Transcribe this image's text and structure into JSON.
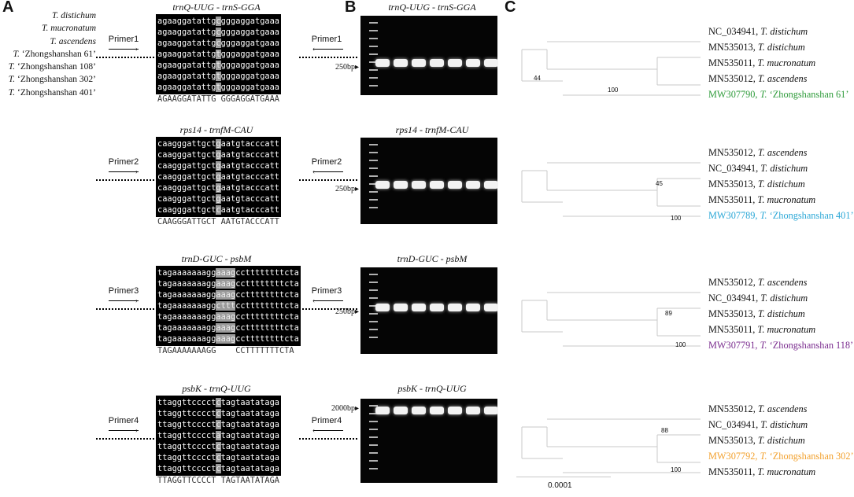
{
  "panels": {
    "a": "A",
    "b": "B",
    "c": "C"
  },
  "taxa": [
    {
      "name": "T. distichum",
      "prefix": ""
    },
    {
      "name": "T. mucronatum",
      "prefix": ""
    },
    {
      "name": "T. ascendens",
      "prefix": ""
    },
    {
      "name": "T.",
      "cultivar": " ‘Zhongshanshan 61’"
    },
    {
      "name": "T.",
      "cultivar": " ‘Zhongshanshan 108’"
    },
    {
      "name": "T.",
      "cultivar": " ‘Zhongshanshan 302’"
    },
    {
      "name": "T.",
      "cultivar": " ‘Zhongshanshan 401’"
    }
  ],
  "regions": [
    {
      "title": "trnQ-UUG - trnS-GGA",
      "primer": "Primer1",
      "left": "agaaggatattg",
      "right": "gggaggatgaaa",
      "snps": [
        "c",
        "c",
        "c",
        "t",
        "t",
        "t",
        "t"
      ],
      "consensus": "AGAAGGATATTG GGGAGGATGAAA",
      "gel_title": "trnQ-UUG - trnS-GGA",
      "marker": "250bp"
    },
    {
      "title": "rps14 - trnfM-CAU",
      "primer": "Primer2",
      "left": "caagggattgct",
      "right": "aatgtacccatt",
      "snps": [
        "g",
        "g",
        "g",
        "g",
        "g",
        "g",
        "c"
      ],
      "consensus": "CAAGGGATTGCT AATGTACCCATT",
      "gel_title": "rps14 - trnfM-CAU",
      "marker": "250bp"
    },
    {
      "title": "trnD-GUC - psbM",
      "primer": "Primer3",
      "left": "tagaaaaaaagg",
      "right": "ccttttttttcta",
      "snps": [
        "aaag",
        "aaag",
        "aaag",
        "cttt",
        "aaag",
        "aaag",
        "aaag"
      ],
      "consensus": "TAGAAAAAAAGG    CCTTTTTTTCTA",
      "gel_title": "trnD-GUC - psbM",
      "marker": "250bp"
    },
    {
      "title": "psbK - trnQ-UUG",
      "primer": "Primer4",
      "left": "ttaggttcccct",
      "right": "tagtaatataga",
      "snps": [
        "c",
        "c",
        "c",
        "a",
        "c",
        "c",
        "c"
      ],
      "consensus": "TTAGGTTCCCCT TAGTAATATAGA",
      "gel_title": "psbK - trnQ-UUG",
      "marker": "2000bp"
    }
  ],
  "trees": [
    {
      "tips": [
        {
          "acc": "NC_034941,",
          "sp": "T. distichum",
          "cult": "",
          "color": "#111111"
        },
        {
          "acc": "MN535013,",
          "sp": "T. distichum",
          "cult": "",
          "color": "#111111"
        },
        {
          "acc": "MN535011,",
          "sp": "T. mucronatum",
          "cult": "",
          "color": "#111111"
        },
        {
          "acc": "MN535012,",
          "sp": "T. ascendens",
          "cult": "",
          "color": "#111111"
        },
        {
          "acc": "MW307790,",
          "sp": "T.",
          "cult": " ‘Zhongshanshan 61’",
          "color": "#2e9b3a"
        }
      ],
      "bootstraps": [
        "44",
        "100"
      ]
    },
    {
      "tips": [
        {
          "acc": "MN535012,",
          "sp": "T. ascendens",
          "cult": "",
          "color": "#111111"
        },
        {
          "acc": "NC_034941,",
          "sp": "T. distichum",
          "cult": "",
          "color": "#111111"
        },
        {
          "acc": "MN535013,",
          "sp": "T. distichum",
          "cult": "",
          "color": "#111111"
        },
        {
          "acc": "MN535011,",
          "sp": "T. mucronatum",
          "cult": "",
          "color": "#111111"
        },
        {
          "acc": "MW307789,",
          "sp": "T.",
          "cult": " ‘Zhongshanshan 401’",
          "color": "#2aa7d6"
        }
      ],
      "bootstraps": [
        "45",
        "100"
      ]
    },
    {
      "tips": [
        {
          "acc": "MN535012,",
          "sp": "T. ascendens",
          "cult": "",
          "color": "#111111"
        },
        {
          "acc": "NC_034941,",
          "sp": "T. distichum",
          "cult": "",
          "color": "#111111"
        },
        {
          "acc": "MN535013,",
          "sp": "T. distichum",
          "cult": "",
          "color": "#111111"
        },
        {
          "acc": "MN535011,",
          "sp": "T. mucronatum",
          "cult": "",
          "color": "#111111"
        },
        {
          "acc": "MW307791,",
          "sp": "T.",
          "cult": " ‘Zhongshanshan 118’",
          "color": "#7b2d8f"
        }
      ],
      "bootstraps": [
        "89",
        "100"
      ]
    },
    {
      "tips": [
        {
          "acc": "MN535012,",
          "sp": "T. ascendens",
          "cult": "",
          "color": "#111111"
        },
        {
          "acc": "NC_034941,",
          "sp": "T. distichum",
          "cult": "",
          "color": "#111111"
        },
        {
          "acc": "MN535013,",
          "sp": "T. distichum",
          "cult": "",
          "color": "#111111"
        },
        {
          "acc": "MW307792,",
          "sp": "T.",
          "cult": " ‘Zhongshanshan 302’",
          "color": "#f2a12e"
        },
        {
          "acc": "MN535011,",
          "sp": "T. mucronatum",
          "cult": "",
          "color": "#111111"
        }
      ],
      "bootstraps": [
        "88",
        "100"
      ]
    }
  ],
  "scale_bar": "0.0001"
}
